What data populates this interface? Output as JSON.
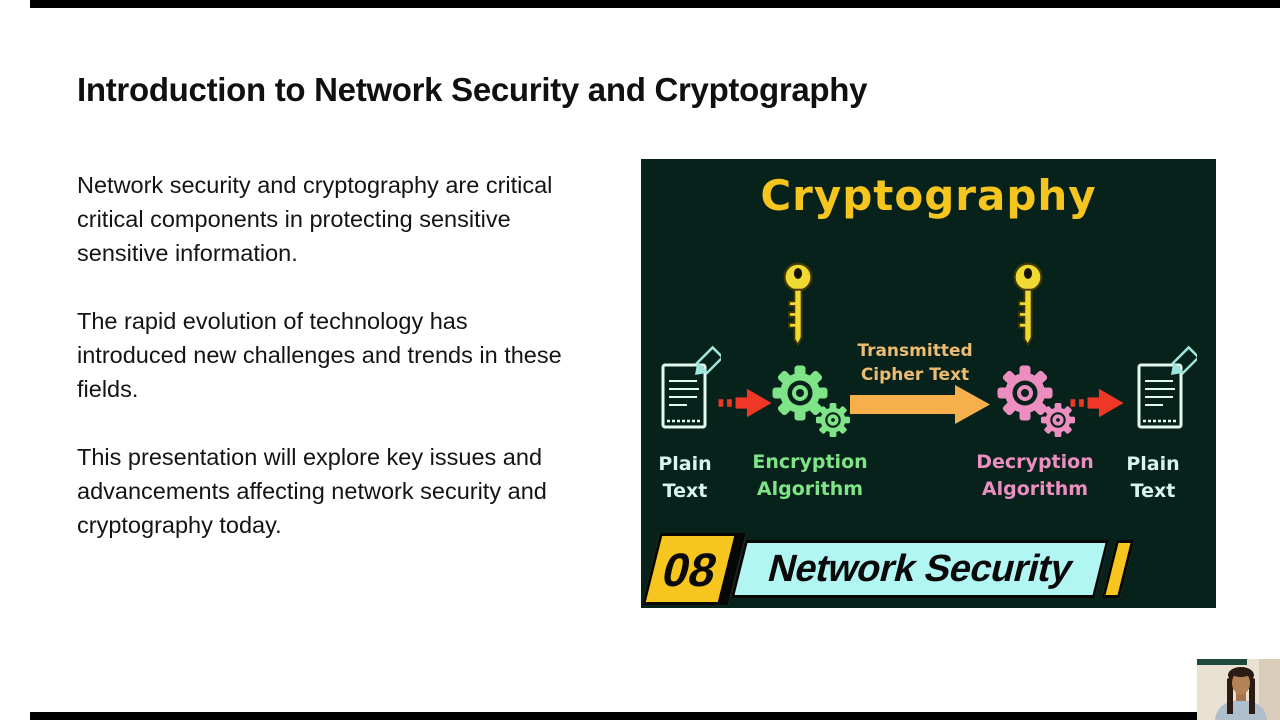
{
  "slide": {
    "title": "Introduction to Network Security and Cryptography",
    "paragraphs": [
      "Network security and cryptography are critical\ncritical components in protecting sensitive\nsensitive information.",
      "The rapid evolution of technology has\nintroduced new challenges and trends in these\nfields.",
      "This presentation will explore key issues and\nadvancements affecting network security and\ncryptography today."
    ]
  },
  "infographic": {
    "title": "Cryptography",
    "transmitted_label": "Transmitted\nCipher Text",
    "plain_text_label": "Plain\nText",
    "encryption_label": "Encryption\nAlgorithm",
    "decryption_label": "Decryption\nAlgorithm",
    "badge": {
      "number": "08",
      "title": "Network Security"
    },
    "icons": [
      "key-icon",
      "gear-icon",
      "document-pencil-icon",
      "red-arrow-icon",
      "orange-arrow-icon"
    ],
    "colors": {
      "background": "#07221B",
      "title_yellow": "#F6C51E",
      "transmitted_tan": "#EDBC72",
      "encryption_green": "#7EE487",
      "decryption_pink": "#EC8FC0",
      "plain_teal": "#D8F4EC",
      "arrow_red": "#EF3726",
      "arrow_orange": "#F8B04C",
      "badge_cyan": "#B2F6F3",
      "key_yellow": "#F0D930"
    }
  }
}
